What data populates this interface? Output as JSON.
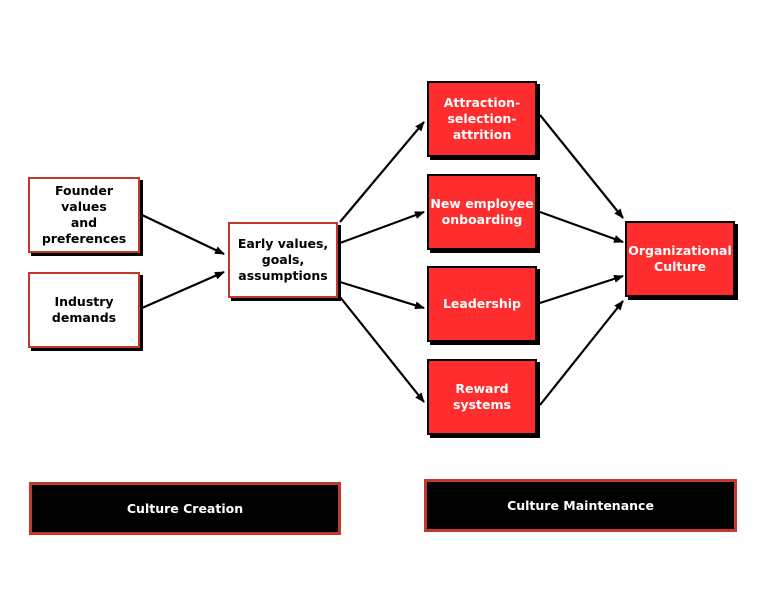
{
  "nodes": {
    "founder": "Founder values\nand preferences",
    "industry": "Industry\ndemands",
    "early": "Early values,\ngoals,\nassumptions",
    "attraction": "Attraction-\nselection-\nattrition",
    "onboarding": "New employee\nonboarding",
    "leadership": "Leadership",
    "reward": "Reward systems",
    "culture": "Organizational\nCulture"
  },
  "phases": {
    "creation": "Culture Creation",
    "maintenance": "Culture Maintenance"
  },
  "colors": {
    "red_fill": "#ff2d2d",
    "red_border": "#c0392b",
    "black": "#000000",
    "white": "#ffffff"
  }
}
